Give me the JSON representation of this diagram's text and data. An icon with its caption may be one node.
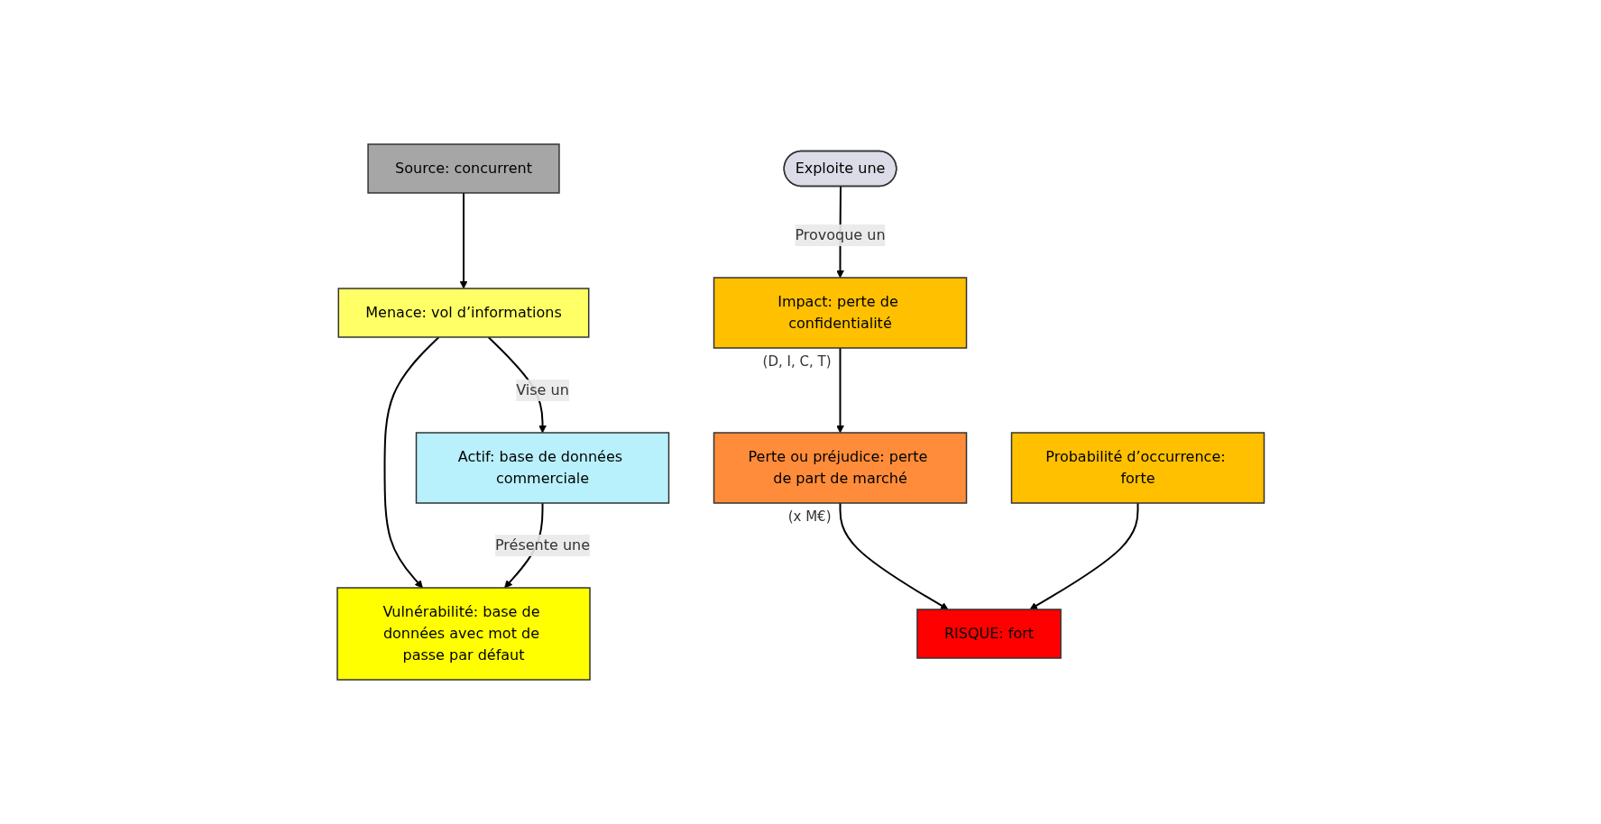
{
  "diagram": {
    "nodes": [
      {
        "text": [
          "Source: concurrent"
        ]
      },
      {
        "text": [
          "Menace: vol d’informations"
        ]
      },
      {
        "text": [
          "Exploite une"
        ]
      },
      {
        "text": [
          "Actif: base de données commerciale"
        ]
      },
      {
        "text": [
          "Vulnérabilité: base de données avec mot de passe par défaut"
        ]
      },
      {
        "text": [
          "Probabilité d’occurrence: forte"
        ]
      },
      {
        "text": [
          "Impact: perte de confidentialité"
        ],
        "beside": [
          "(D, I, C, T)"
        ]
      },
      {
        "text": [
          "Perte ou préjudice: perte de part de marché"
        ],
        "beside": [
          "(x M€)"
        ]
      },
      {
        "text": [
          "RISQUE: fort"
        ]
      }
    ],
    "edges": [
      {
        "from": 0,
        "to": 1,
        "arrow": "to"
      },
      {
        "from": 1,
        "to": 3,
        "arrow": "to",
        "label": "Vise un"
      },
      {
        "from": 1,
        "to": 4,
        "arrow": "to"
      },
      {
        "from": 3,
        "to": 4,
        "arrow": "to",
        "label": "Présente une"
      },
      {
        "from": 2,
        "to": 6,
        "arrow": "to",
        "label": "Provoque un"
      },
      {
        "from": 6,
        "to": 7,
        "arrow": "to"
      },
      {
        "from": 7,
        "to": 8,
        "arrow": "to"
      },
      {
        "from": 5,
        "to": 8,
        "arrow": "to"
      }
    ]
  }
}
